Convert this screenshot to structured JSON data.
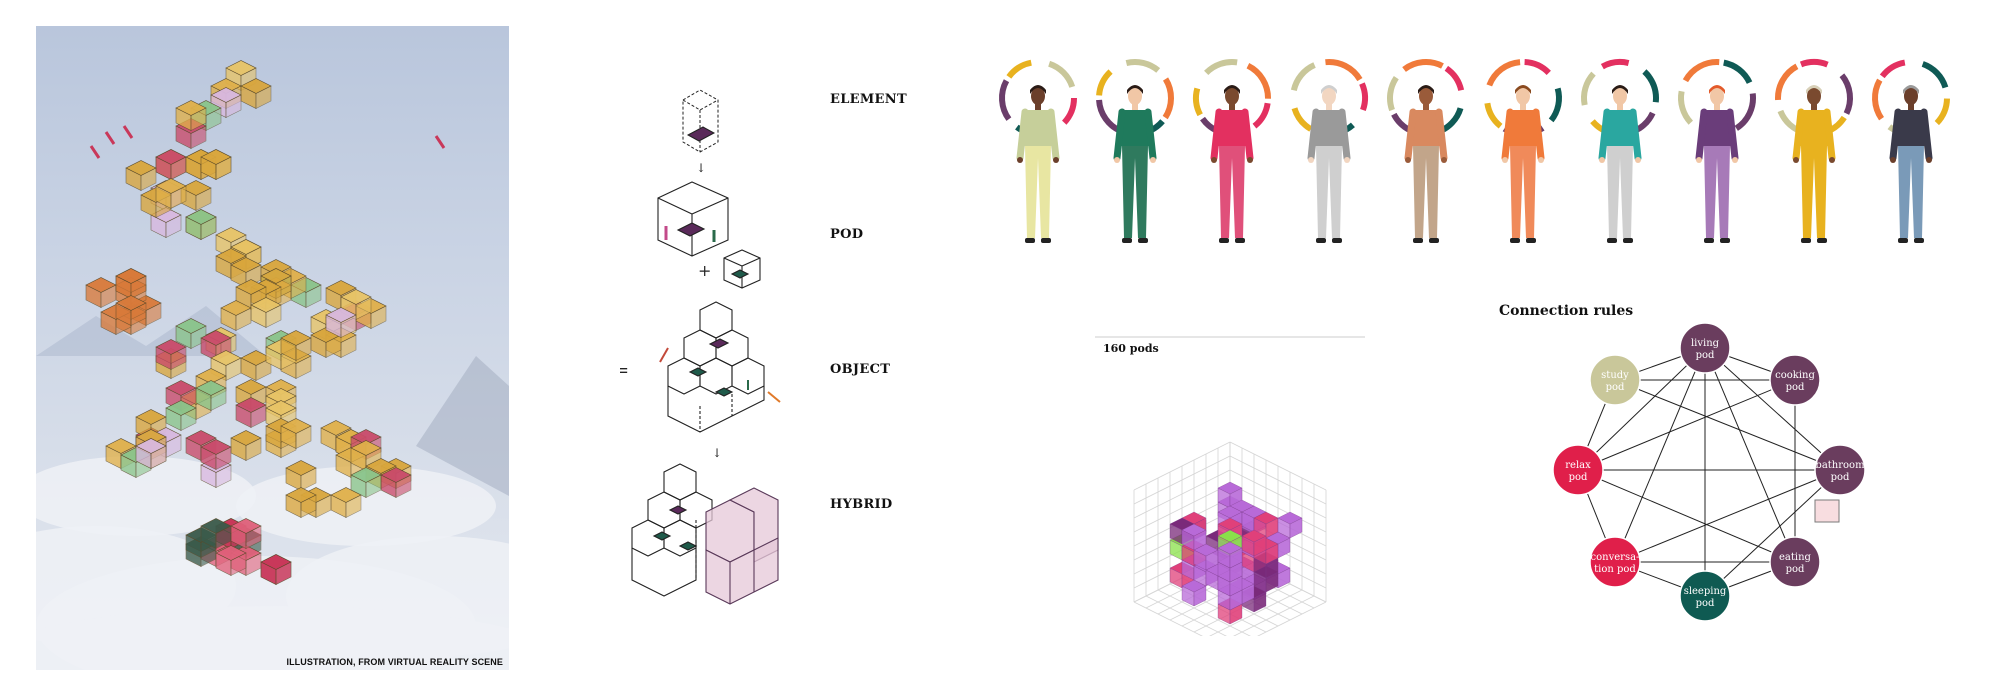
{
  "illustration": {
    "caption": "ILLUSTRATION, FROM VIRTUAL REALITY SCENE"
  },
  "axonometric": {
    "labels": [
      "ELEMENT",
      "POD",
      "OBJECT",
      "HYBRID"
    ],
    "plus_symbol": "+",
    "equals_symbol": "=",
    "arrow_symbol": "↓"
  },
  "people": {
    "count": 10,
    "figures": [
      {
        "shirt": "#c6cf9a",
        "pants": "#e8e6a2",
        "skin": "#6b3f2b",
        "hair": "#2a1b16"
      },
      {
        "shirt": "#1f7a5c",
        "pants": "#2f7a5e",
        "skin": "#f1c7a6",
        "hair": "#2a1b16"
      },
      {
        "shirt": "#e33060",
        "pants": "#e0507a",
        "skin": "#7a4a2f",
        "hair": "#2a1b16"
      },
      {
        "shirt": "#9a9a9a",
        "pants": "#cfcfcf",
        "skin": "#f2d6c1",
        "hair": "#cfcfcf"
      },
      {
        "shirt": "#d9895f",
        "pants": "#c2a58a",
        "skin": "#9a5b3a",
        "hair": "#2a1b16"
      },
      {
        "shirt": "#f07a3a",
        "pants": "#f08a5a",
        "skin": "#f1c7a6",
        "hair": "#8a4a1f"
      },
      {
        "shirt": "#2aa7a0",
        "pants": "#cfcfcf",
        "skin": "#f1c7a6",
        "hair": "#2a1b16"
      },
      {
        "shirt": "#6a3d7a",
        "pants": "#a77ab8",
        "skin": "#f1c7a6",
        "hair": "#e35a2a"
      },
      {
        "shirt": "#e8b21f",
        "pants": "#e8b21f",
        "skin": "#7a4a2f",
        "hair": "#d8d0b8"
      },
      {
        "shirt": "#3a3a4a",
        "pants": "#7a9ab8",
        "skin": "#6b3f2b",
        "hair": "#9a9a9a"
      }
    ],
    "ring_colors": [
      "#e33060",
      "#0f5a55",
      "#6a3d6a",
      "#e8b21f",
      "#c9c79a",
      "#f07a3a"
    ]
  },
  "grid3d": {
    "count_label": "160 pods",
    "colors": {
      "main": "#b86ad8",
      "accent": "#e0407a",
      "green": "#8ae04a",
      "dark": "#7a2a7a"
    }
  },
  "connection_rules": {
    "title": "Connection rules",
    "nodes": [
      {
        "id": "living",
        "lines": [
          "living",
          "pod"
        ],
        "color": "#6a3d5e"
      },
      {
        "id": "cooking",
        "lines": [
          "cooking",
          "pod"
        ],
        "color": "#6a3d5e"
      },
      {
        "id": "bathroom",
        "lines": [
          "bathroom",
          "pod"
        ],
        "color": "#6a3d5e"
      },
      {
        "id": "eating",
        "lines": [
          "eating",
          "pod"
        ],
        "color": "#6a3d5e"
      },
      {
        "id": "sleeping",
        "lines": [
          "sleeping",
          "pod"
        ],
        "color": "#0f5a52"
      },
      {
        "id": "conversation",
        "lines": [
          "conversa-",
          "tion pod"
        ],
        "color": "#e01f4a"
      },
      {
        "id": "relax",
        "lines": [
          "relax",
          "pod"
        ],
        "color": "#e01f4a"
      },
      {
        "id": "study",
        "lines": [
          "study",
          "pod"
        ],
        "color": "#c9c79a"
      }
    ],
    "edges": [
      [
        "living",
        "cooking"
      ],
      [
        "living",
        "study"
      ],
      [
        "living",
        "relax"
      ],
      [
        "living",
        "conversation"
      ],
      [
        "living",
        "sleeping"
      ],
      [
        "living",
        "eating"
      ],
      [
        "living",
        "bathroom"
      ],
      [
        "cooking",
        "study"
      ],
      [
        "cooking",
        "eating"
      ],
      [
        "cooking",
        "relax"
      ],
      [
        "bathroom",
        "relax"
      ],
      [
        "bathroom",
        "conversation"
      ],
      [
        "bathroom",
        "sleeping"
      ],
      [
        "eating",
        "relax"
      ],
      [
        "eating",
        "conversation"
      ],
      [
        "eating",
        "sleeping"
      ],
      [
        "study",
        "relax"
      ],
      [
        "relax",
        "conversation"
      ],
      [
        "conversation",
        "sleeping"
      ],
      [
        "study",
        "bathroom"
      ]
    ]
  }
}
